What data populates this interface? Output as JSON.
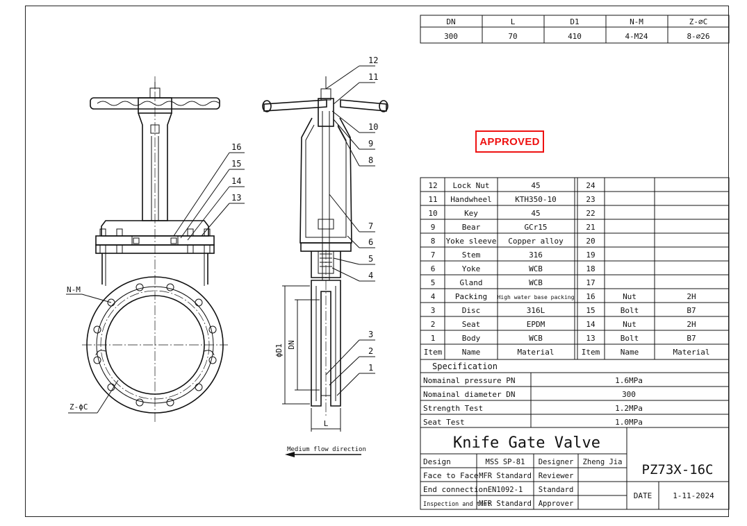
{
  "dimensions_table": {
    "headers": [
      "DN",
      "L",
      "D1",
      "N-M",
      "Z-⌀C"
    ],
    "values": [
      "300",
      "70",
      "410",
      "4-M24",
      "8-⌀26"
    ]
  },
  "stamp": {
    "text": "APPROVED",
    "color": "#e11111"
  },
  "drawing_labels": {
    "nm": "N-M",
    "zc": "Z-ϕC",
    "d1": "ϕD1",
    "dn": "DN",
    "l": "L",
    "flow": "Medium flow direction",
    "callouts_front": [
      "16",
      "15",
      "14",
      "13"
    ],
    "callouts_side": [
      "12",
      "11",
      "10",
      "9",
      "8",
      "7",
      "6",
      "5",
      "4",
      "3",
      "2",
      "1"
    ]
  },
  "parts_left": [
    {
      "item": "12",
      "name": "Lock Nut",
      "material": "45"
    },
    {
      "item": "11",
      "name": "Handwheel",
      "material": "KTH350-10"
    },
    {
      "item": "10",
      "name": "Key",
      "material": "45"
    },
    {
      "item": "9",
      "name": "Bear",
      "material": "GCr15"
    },
    {
      "item": "8",
      "name": "Yoke sleeve",
      "material": "Copper alloy"
    },
    {
      "item": "7",
      "name": "Stem",
      "material": "316"
    },
    {
      "item": "6",
      "name": "Yoke",
      "material": "WCB"
    },
    {
      "item": "5",
      "name": "Gland",
      "material": "WCB"
    },
    {
      "item": "4",
      "name": "Packing",
      "material": "High water base packing"
    },
    {
      "item": "3",
      "name": "Disc",
      "material": "316L"
    },
    {
      "item": "2",
      "name": "Seat",
      "material": "EPDM"
    },
    {
      "item": "1",
      "name": "Body",
      "material": "WCB"
    }
  ],
  "parts_right": [
    {
      "item": "24",
      "name": "",
      "material": ""
    },
    {
      "item": "23",
      "name": "",
      "material": ""
    },
    {
      "item": "22",
      "name": "",
      "material": ""
    },
    {
      "item": "21",
      "name": "",
      "material": ""
    },
    {
      "item": "20",
      "name": "",
      "material": ""
    },
    {
      "item": "19",
      "name": "",
      "material": ""
    },
    {
      "item": "18",
      "name": "",
      "material": ""
    },
    {
      "item": "17",
      "name": "",
      "material": ""
    },
    {
      "item": "16",
      "name": "Nut",
      "material": "2H"
    },
    {
      "item": "15",
      "name": "Bolt",
      "material": "B7"
    },
    {
      "item": "14",
      "name": "Nut",
      "material": "2H"
    },
    {
      "item": "13",
      "name": "Bolt",
      "material": "B7"
    }
  ],
  "parts_header": {
    "item": "Item",
    "name": "Name",
    "material": "Material"
  },
  "specification": {
    "title": "Specification",
    "rows": [
      {
        "label": "Nomainal pressure PN",
        "value": "1.6MPa"
      },
      {
        "label": "Nomainal diameter DN",
        "value": "300"
      },
      {
        "label": "Strength Test",
        "value": "1.2MPa"
      },
      {
        "label": "Seat Test",
        "value": "1.0MPa"
      }
    ]
  },
  "title_block": {
    "title": "Knife Gate Valve",
    "model": "PZ73X-16C",
    "rows": [
      {
        "label": "Design",
        "value": "MSS SP-81",
        "role": "Designer",
        "person": "Zheng Jia"
      },
      {
        "label": "Face to Face",
        "value": "MFR Standard",
        "role": "Reviewer",
        "person": ""
      },
      {
        "label": "End connection",
        "value": "EN1092-1",
        "role": "Standard",
        "person": ""
      },
      {
        "label": "Inspection and test",
        "value": "MFR Standard",
        "role": "Approver",
        "person": ""
      }
    ],
    "date_label": "DATE",
    "date": "1-11-2024"
  }
}
